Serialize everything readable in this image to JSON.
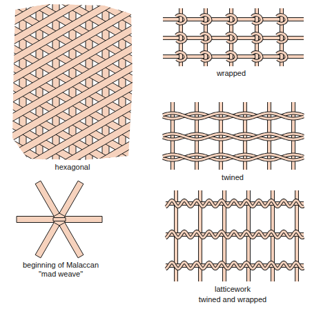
{
  "diagram": {
    "labels": [
      "hexagonal",
      "wrapped",
      "twined",
      "beginning of Malaccan \"mad weave\"",
      "latticework",
      "twined and wrapped"
    ]
  }
}
